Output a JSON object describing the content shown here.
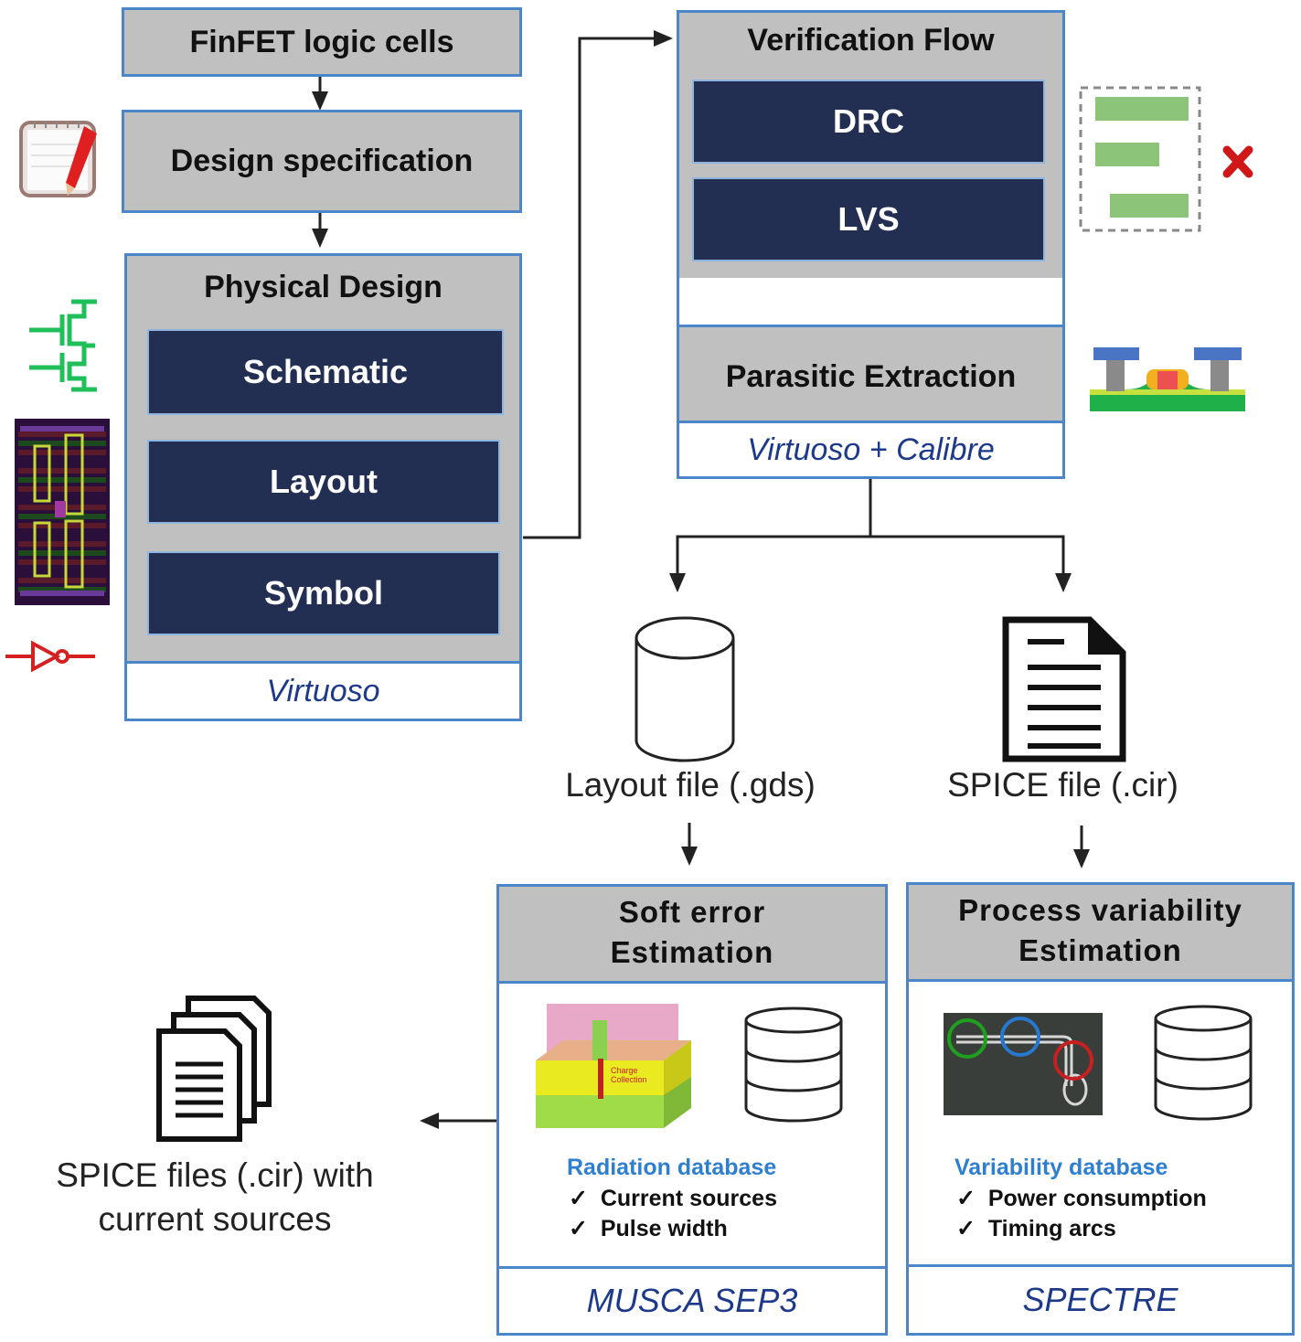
{
  "left_column": {
    "finfet_cells": "FinFET logic cells",
    "design_spec": "Design specification",
    "physical_design": {
      "title": "Physical Design",
      "items": [
        "Schematic",
        "Layout",
        "Symbol"
      ],
      "tool": "Virtuoso"
    }
  },
  "verification": {
    "title": "Verification Flow",
    "items": [
      "DRC",
      "LVS"
    ],
    "parasitic": "Parasitic Extraction",
    "tool": "Virtuoso + Calibre"
  },
  "outputs": {
    "layout_file": "Layout file (.gds)",
    "spice_file": "SPICE file (.cir)"
  },
  "soft_error": {
    "title_line1": "Soft error",
    "title_line2": "Estimation",
    "db_title": "Radiation database",
    "checks": [
      "Current sources",
      "Pulse width"
    ],
    "tool": "MUSCA SEP3"
  },
  "variability": {
    "title_line1": "Process variability",
    "title_line2": "Estimation",
    "db_title": "Variability database",
    "checks": [
      "Power consumption",
      "Timing arcs"
    ],
    "tool": "SPECTRE"
  },
  "final_output": {
    "line1": "SPICE files (.cir) with",
    "line2": "current sources"
  },
  "check_glyph": "✓",
  "colors": {
    "box_border": "#4a86c8",
    "header_gray": "#c0c0c0",
    "navy": "#232f52",
    "tool_text": "#1d3a8a",
    "db_title": "#2f7fd0"
  }
}
